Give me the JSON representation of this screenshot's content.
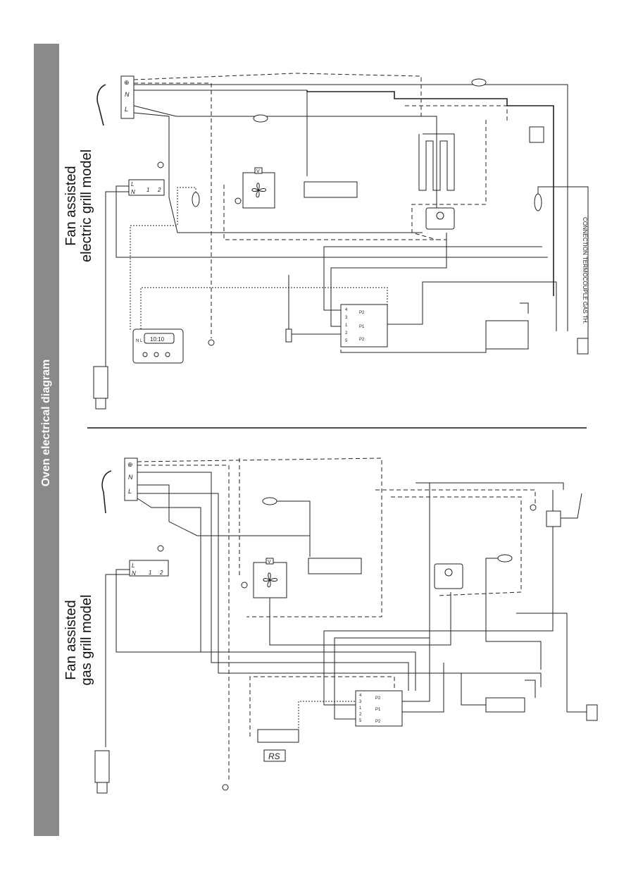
{
  "sidebar": {
    "title": "Oven electrical diagram"
  },
  "top_section": {
    "heading_line1": "Fan assisted",
    "heading_line2": "electric grill model",
    "terminal": {
      "earth": "⊕",
      "n": "N",
      "l": "L"
    },
    "selector": {
      "l": "L",
      "n": "N",
      "p1": "1",
      "p2": "2"
    },
    "fan_label": "V",
    "timer": {
      "display": "10:10",
      "left": "N L"
    },
    "switch_pins": {
      "p2a": "P2",
      "p1": "P1",
      "p2b": "P2",
      "n4": "4",
      "n3": "3",
      "n1": "1",
      "n2": "2",
      "n5": "5"
    },
    "connection_note": "CONNECTION TERMOCOUPLE GAS TH."
  },
  "bottom_section": {
    "heading_line1": "Fan assisted",
    "heading_line2": "gas grill model",
    "terminal": {
      "earth": "⊕",
      "n": "N",
      "l": "L"
    },
    "selector": {
      "l": "L",
      "n": "N",
      "p1": "1",
      "p2": "2"
    },
    "fan_label": "V",
    "rs_label": "RS",
    "switch_pins": {
      "p2a": "P2",
      "p1": "P1",
      "p2b": "P2",
      "n4": "4",
      "n3": "3",
      "n1": "1",
      "n2": "2",
      "n5": "5"
    }
  }
}
